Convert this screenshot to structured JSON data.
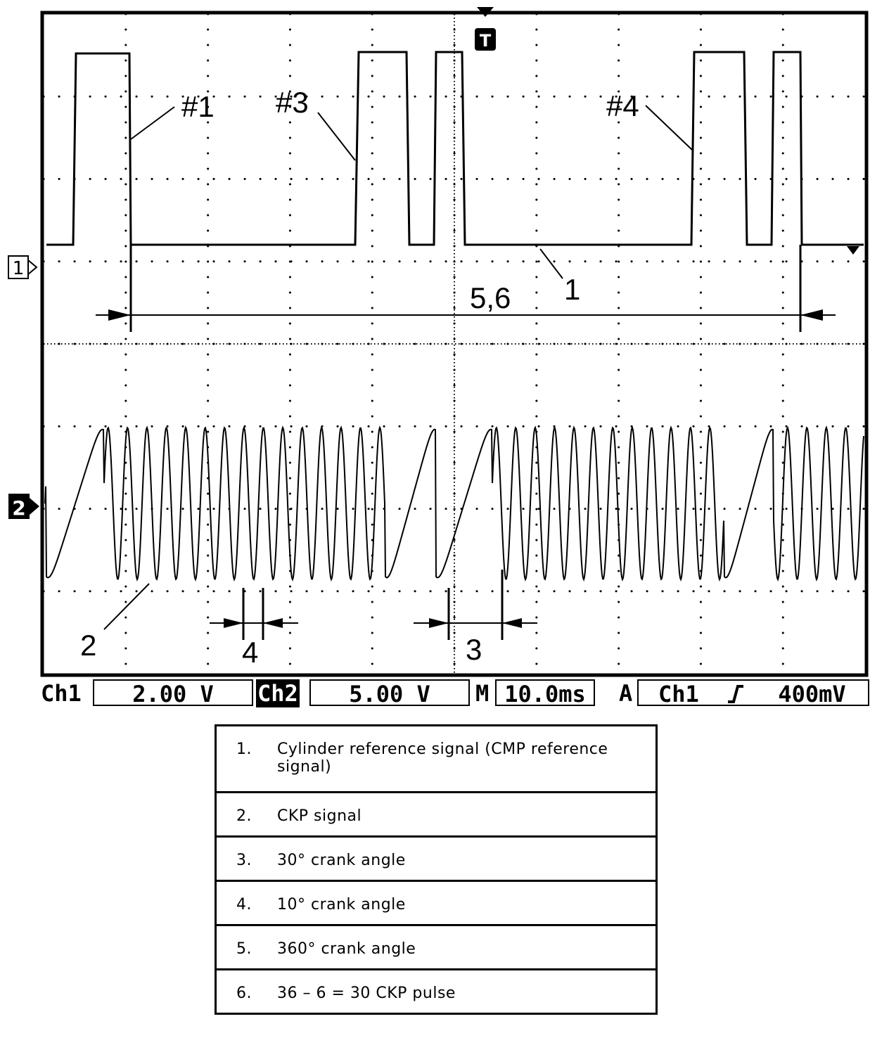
{
  "scope": {
    "annotations": {
      "n1_tag": "#1",
      "n3_tag": "#3",
      "n4_tag": "#4",
      "trace1_label": "1",
      "trace2_label": "2",
      "span_label": "5,6",
      "pitch_label": "4",
      "gap_label": "3",
      "trigger_marker": "T",
      "ch1_marker": "1",
      "ch2_marker": "2"
    },
    "status": {
      "ch1_label": "Ch1",
      "ch1_scale": "2.00 V",
      "ch2_label": "Ch2",
      "ch2_scale": "5.00 V",
      "timebase_label": "M",
      "timebase_value": "10.0ms",
      "trigger_label": "A",
      "trigger_source": "Ch1",
      "trigger_level": "400mV"
    },
    "colors": {
      "trace": "#000000",
      "background": "#ffffff"
    }
  },
  "legend": [
    {
      "num": "1.",
      "text": "Cylinder reference signal (CMP reference signal)"
    },
    {
      "num": "2.",
      "text": "CKP signal"
    },
    {
      "num": "3.",
      "text": "30° crank angle"
    },
    {
      "num": "4.",
      "text": "10° crank angle"
    },
    {
      "num": "5.",
      "text": "360° crank angle"
    },
    {
      "num": "6.",
      "text": "36 – 6 = 30 CKP pulse"
    }
  ]
}
